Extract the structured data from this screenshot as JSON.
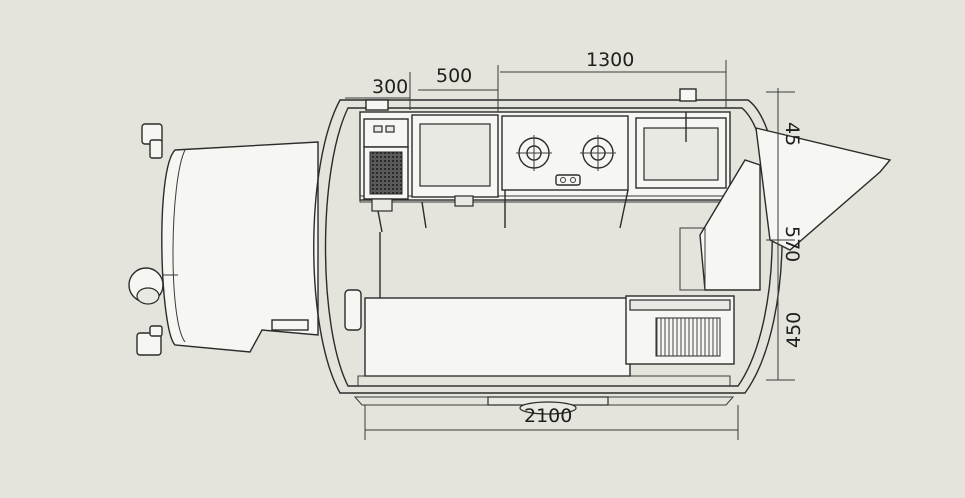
{
  "dimensions": {
    "top_300": "300",
    "top_500": "500",
    "top_1300": "1300",
    "right_45": "45",
    "right_570": "570",
    "right_450": "450",
    "bottom_2100": "2100"
  },
  "colors": {
    "background": "#e4e4dc",
    "line": "#2b2b2b",
    "panel": "#f6f6f2"
  }
}
